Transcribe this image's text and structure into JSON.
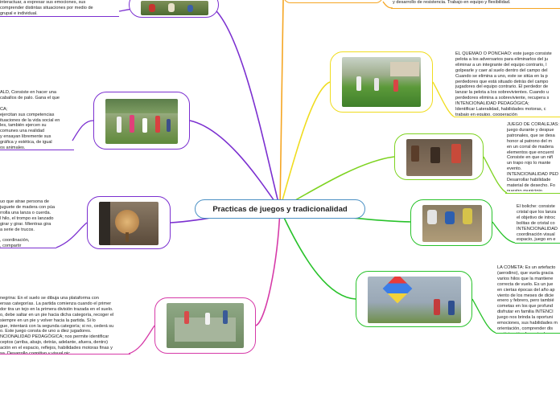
{
  "central_topic": "Practicas de juegos y tradicionalidad",
  "colors": {
    "root_link": "#3f7fc0",
    "purple": "#7b2fd0",
    "magenta": "#d63aa8",
    "orange": "#f5a623",
    "yellow": "#f0dc1e",
    "lime": "#7ed321",
    "green": "#28c22a"
  },
  "left_branches": [
    {
      "photo_icon": "children-playing-photo",
      "text": "interactuar, a expresar sus emociones, sus\ncomprender distintas situaciones por medio de\ngrupal e individual."
    },
    {
      "photo_icon": "children-running-photo",
      "text": "ALD, Consiste en hacer una\ncaballos de palo. Gana el que\n\nCA;\nejercitan sus competencias\nituaciones de la vida social en\nles, también ejercen su\ncomunes una realidad\ny ensayan libremente sus\ngráfica y estética, de igual\nos animales."
    },
    {
      "photo_icon": "spinning-top-photo",
      "text": "uo que atrae persona de\njuguete de madera con púa\nrrolla una lanza o cuerda.\nl hilo, el trompo es lanzado\ngirar y girar. Mientras gira\na serie de trucos.\n\n, coordinación,\n, compartir"
    },
    {
      "photo_icon": "hopscotch-photo",
      "text": "negrina: En el suelo se dibuja una plataforma con\nersas categorías. La partida comienza cuando el primer\ndor tira un tejo en la primera división trazada en el suelo.\no, debe saltar en un pie hacia dicha categoría, recoger el\n siempre en un pie y volver hacia la partida. Si lo\ngue, intentará con la segunda categoría; si no, cederá su\no. Este juego consta de uno a diez jugadores.\nNCIONALIDAD PEDAGÓGICA; nos permite identificar\nceptos (arriba, abajo, detrás, adelante, afuera, dentro)\nación en el espacio, reflejos, habilidades motoras finas y\nsa. Desarrollo cognitivo y visual.pic"
    }
  ],
  "right_branches": [
    {
      "text": "y desarrollo de resistencia. Trabajo en equipo y flexibilidad."
    },
    {
      "photo_icon": "dodgeball-game-photo",
      "text": "EL QUEMAO O PONCHAO: este juego consiste\npelota a los adversarios para eliminarlos del ju\neliminar a un integrante del equipo contrario, l\ngolpearle y caer al suelo dentro del campo del\nCuando se elimina a uno, este se sitúa en la p\nperdedores que está situado detrás del campo\njugadores del equipo contrario. El perdedor de\nlanzar la pelota a los sobrevivientes. Cuando u\nperdedores elimina a sobreviviente, recupera s\nINTENCIONALIDAD PEDAGÓGICA;\nIdentificar Lateralidad, habilidades motoras, c\ntrabajo en equipo, cooperación"
    },
    {
      "photo_icon": "coraleja-game-photo",
      "text": "JUEGO DE CORALEJAS:\njuego durante y despue\npatronales, que se desa\nhonor al patrono del m\nen un corral de madera\nelementos que encuent\nConsiste en que un niñ\nun trapo rojo lo mante\nevento.\nINTENCIONALIDAD PED\n  Desarrollar habilidade\nmaterial de desecho. Fo\nnuestro municipio."
    },
    {
      "photo_icon": "marbles-game-photo",
      "text": "El boliche: consiste\ncristal que los lanza\nel objetivo de introc\nbolitas de cristal co\nINTENCIONALIDAD\ncoordinación visual\nespacio, juego en e"
    },
    {
      "photo_icon": "kite-flying-photo",
      "text": "LA COMETA: Es un artefacto\n(aerodino), que vuela gracia\nvarios hilos que la mantiene\ncorrecta de vuelo. Es un jue\nen ciertas épocas del año ap\nviento de los meses de dicie\nenero y febrero, pero tambié\ncometas en los que profund\ndisfrutar en familia INTENCI\njuego nos brinda la oportuni\nemociones, sus habilidades m\norientación, comprender dis\nparticipación, fomentar lazos"
    }
  ]
}
